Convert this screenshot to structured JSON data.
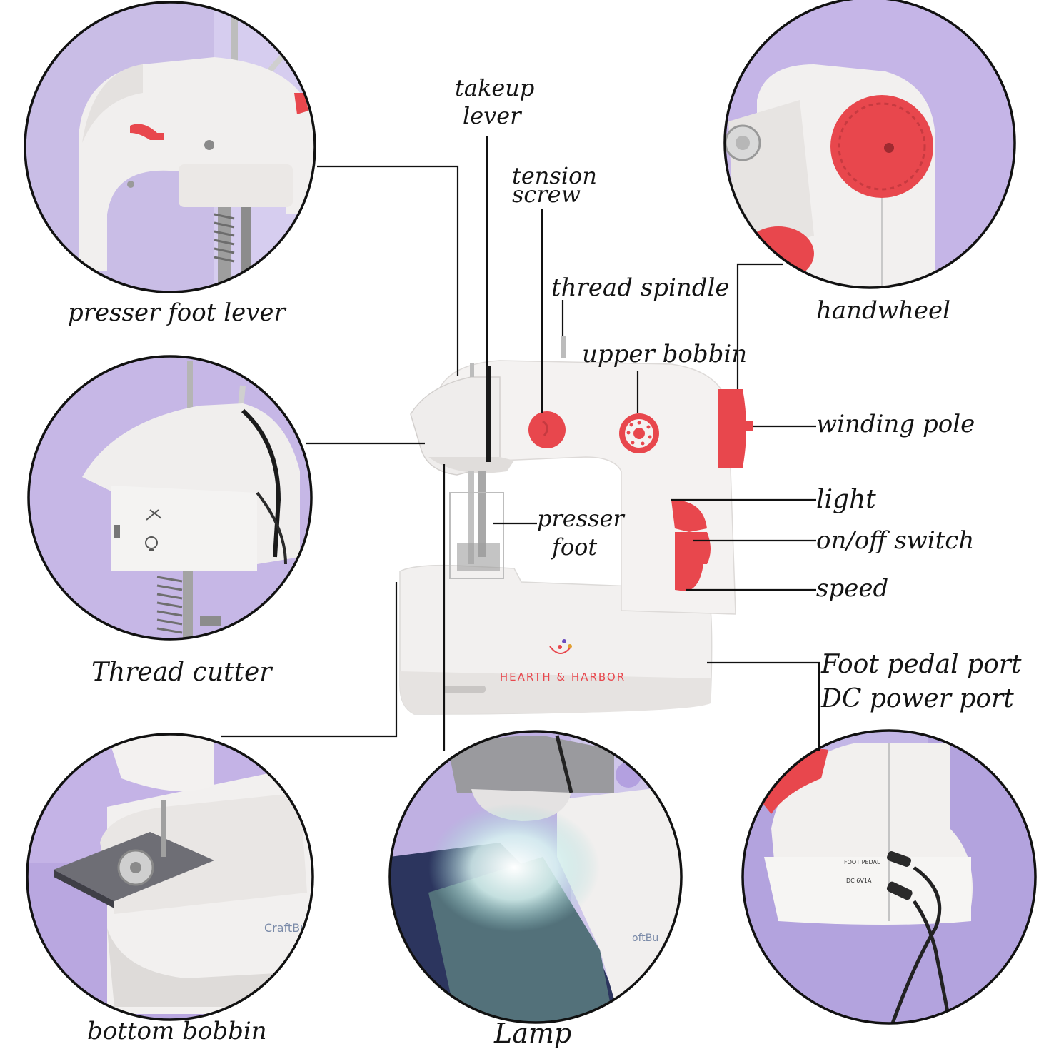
{
  "labels": {
    "takeup_lever_1": "takeup",
    "takeup_lever_2": "lever",
    "tension_screw_1": "tension",
    "tension_screw_2": "screw",
    "thread_spindle": "thread spindle",
    "upper_bobbin": "upper bobbin",
    "handwheel": "handwheel",
    "winding_pole": "winding pole",
    "light": "light",
    "on_off_switch": "on/off switch",
    "speed": "speed",
    "presser_foot_1": "presser",
    "presser_foot_2": "foot",
    "presser_foot_lever": "presser foot lever",
    "thread_cutter": "Thread cutter",
    "foot_pedal_port": "Foot pedal port",
    "dc_power_port": "DC power port",
    "bottom_bobbin": "bottom bobbin",
    "lamp": "Lamp"
  },
  "brand": {
    "name": "HEARTH & HARBOR",
    "logo_text": "CraftBud"
  },
  "port_labels": {
    "foot_pedal": "FOOT PEDAL",
    "dc": "DC 6V1A"
  },
  "colors": {
    "background": "#ffffff",
    "lavender": "#c7b8e8",
    "lavender_dark": "#a893d6",
    "machine_white": "#f3f1f0",
    "accent_red": "#e8474d",
    "outline": "#111111"
  }
}
